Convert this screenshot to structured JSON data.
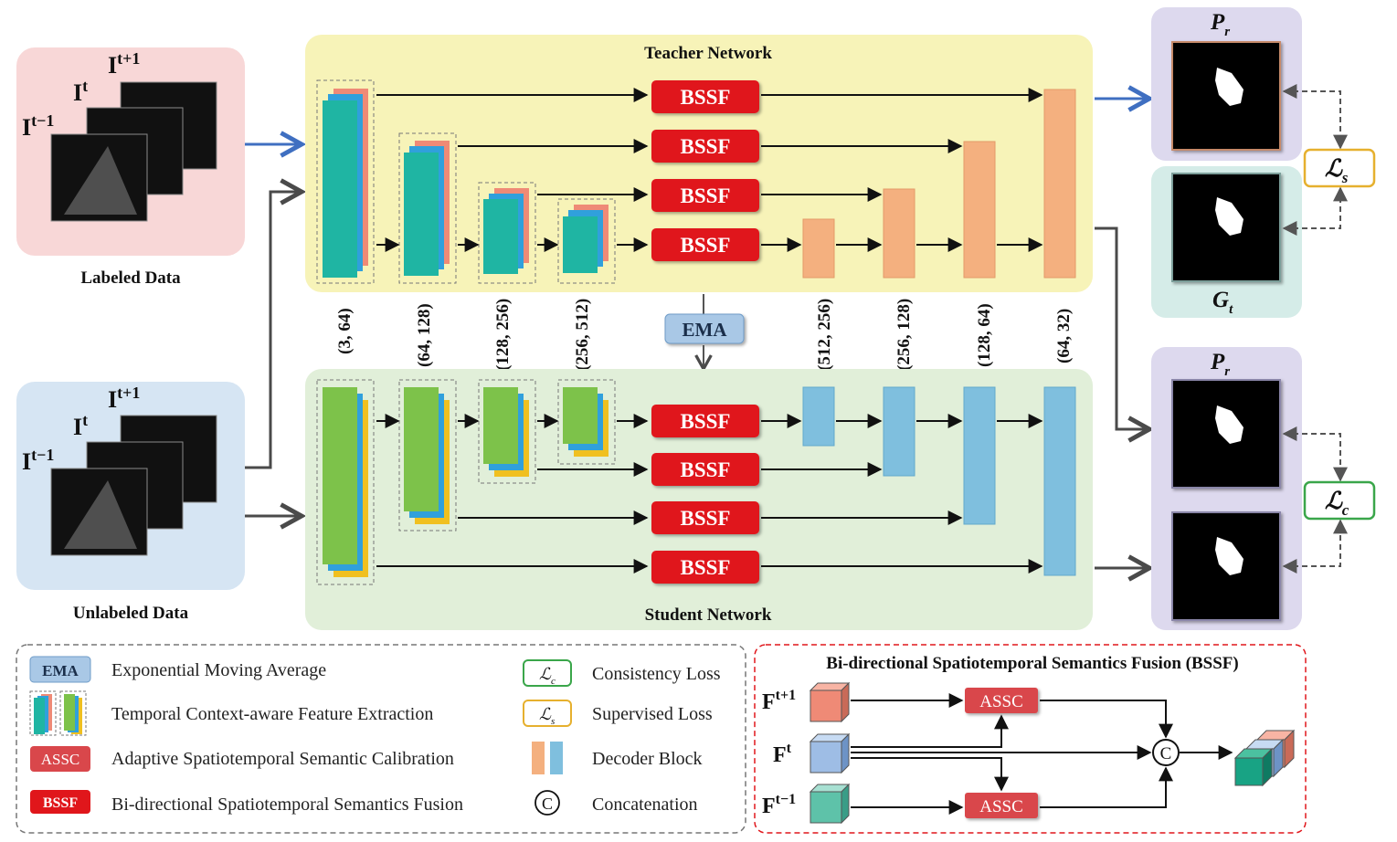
{
  "colors": {
    "teacher_bg": "#f7f3b8",
    "student_bg": "#e1efd9",
    "labeled_bg": "#f8d7d7",
    "unlabeled_bg": "#d6e5f3",
    "output_bg": "#ddd9ee",
    "gt_bg": "#d5ece8",
    "bssf": "#e0161b",
    "assc": "#d9474b",
    "decoder_orange": "#f4b07f",
    "decoder_blue": "#7fbfde",
    "teal": "#1fb5a3",
    "green": "#7dc24a",
    "salmon": "#ef8a76",
    "blue_layer": "#30a0dc",
    "yellow_layer": "#f0c020",
    "ema_box": "#a9c8e6",
    "arrow_blue": "#3f6fc1",
    "arrow_dark": "#4a4a4a"
  },
  "inputs": {
    "labeled": {
      "title": "Labeled Data",
      "frames": [
        "I",
        "I",
        "I"
      ],
      "superscripts": [
        "t+1",
        "t",
        "t−1"
      ]
    },
    "unlabeled": {
      "title": "Unlabeled Data",
      "frames": [
        "I",
        "I",
        "I"
      ],
      "superscripts": [
        "t+1",
        "t",
        "t−1"
      ]
    }
  },
  "teacher": {
    "title": "Teacher Network"
  },
  "student": {
    "title": "Student Network"
  },
  "bssf_label": "BSSF",
  "ema_label": "EMA",
  "encoder_dims": [
    "(3, 64)",
    "(64, 128)",
    "(128, 256)",
    "(256, 512)"
  ],
  "decoder_dims": [
    "(512, 256)",
    "(256, 128)",
    "(128, 64)",
    "(64, 32)"
  ],
  "outputs": {
    "pr_symbol": "P",
    "pr_subscript": "r",
    "gt_symbol": "G",
    "gt_subscript": "t",
    "ls_symbol": "ℒ",
    "ls_subscript": "s",
    "lc_symbol": "ℒ",
    "lc_subscript": "c"
  },
  "legend": {
    "items": [
      {
        "key": "EMA",
        "text": "Exponential Moving Average"
      },
      {
        "key": "",
        "text": "Temporal Context-aware Feature Extraction"
      },
      {
        "key": "ASSC",
        "text": "Adaptive Spatiotemporal Semantic Calibration"
      },
      {
        "key": "BSSF",
        "text": "Bi-directional Spatiotemporal Semantics Fusion"
      }
    ],
    "items_right": [
      {
        "key": "ℒ",
        "key_sub": "c",
        "text": "Consistency Loss"
      },
      {
        "key": "ℒ",
        "key_sub": "s",
        "text": "Supervised Loss"
      },
      {
        "key": "",
        "text": "Decoder Block"
      },
      {
        "key": "C",
        "text": "Concatenation"
      }
    ]
  },
  "bssf_detail": {
    "title": "Bi-directional Spatiotemporal Semantics Fusion (BSSF)",
    "f_symbol": "F",
    "f_supers": [
      "t+1",
      "t",
      "t−1"
    ],
    "assc_label": "ASSC",
    "concat_label": "C"
  }
}
